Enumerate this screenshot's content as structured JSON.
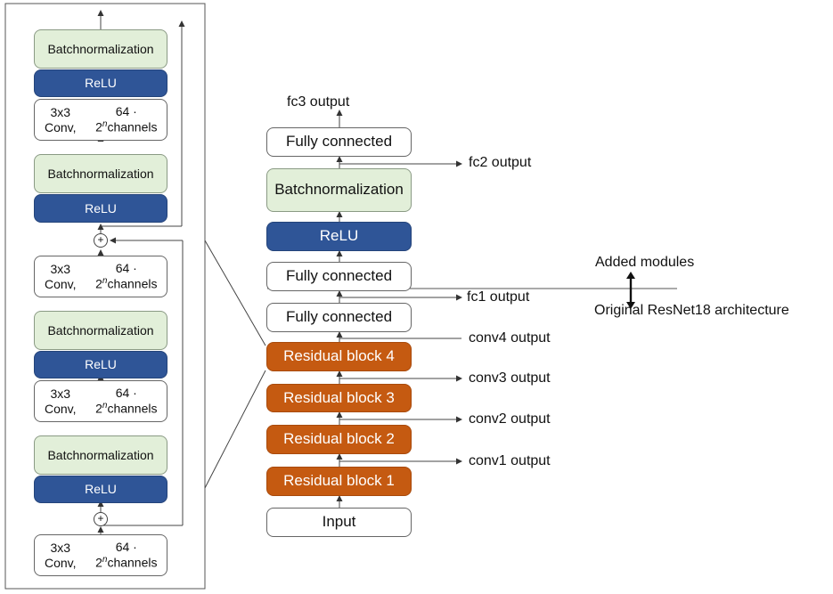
{
  "residual_block_detail": {
    "bn_label_line1": "Batch",
    "bn_label_line2": "normalization",
    "relu_label": "ReLU",
    "conv_line1": "3x3 Conv,",
    "conv_line2_prefix": "64 · 2",
    "conv_line2_exp": "n",
    "conv_line2_suffix": "channels",
    "plus_symbol": "+"
  },
  "main_stack": {
    "input": "Input",
    "res1": "Residual block 1",
    "res2": "Residual block 2",
    "res3": "Residual block 3",
    "res4": "Residual block 4",
    "fc_a": "Fully connected",
    "fc_b": "Fully connected",
    "relu": "ReLU",
    "bn_line1": "Batch",
    "bn_line2": "normalization",
    "fc_c": "Fully connected"
  },
  "outputs": {
    "conv1": "conv1 output",
    "conv2": "conv2 output",
    "conv3": "conv3 output",
    "conv4": "conv4 output",
    "fc1": "fc1 output",
    "fc2": "fc2 output",
    "fc3": "fc3 output"
  },
  "annotation": {
    "added": "Added modules",
    "original": "Original ResNet18 architecture"
  },
  "colors": {
    "green": "#e2efd9",
    "blue": "#2f5597",
    "orange": "#c55a11"
  }
}
